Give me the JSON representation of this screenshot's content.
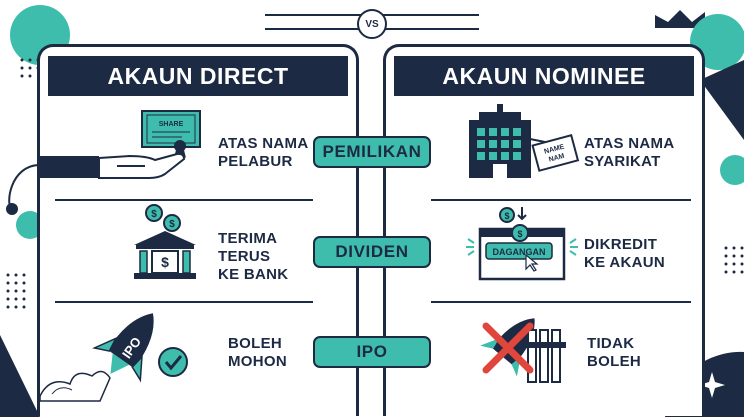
{
  "vs_label": "VS",
  "left": {
    "title": "AKAUN DIRECT"
  },
  "right": {
    "title": "AKAUN NOMINEE"
  },
  "rows": [
    {
      "category": "PEMILIKAN",
      "left_lines": [
        "ATAS NAMA",
        "PELABUR"
      ],
      "right_lines": [
        "ATAS NAMA",
        "SYARIKAT"
      ],
      "left_icon": "share-certificate-hand-icon",
      "right_icon": "company-building-name-tag-icon",
      "left_icon_text": "SHARE",
      "right_icon_text": [
        "NAME",
        "NAM"
      ]
    },
    {
      "category": "DIVIDEN",
      "left_lines": [
        "TERIMA",
        "TERUS",
        "KE BANK"
      ],
      "right_lines": [
        "DIKREDIT",
        "KE AKAUN"
      ],
      "left_icon": "bank-dollar-icon",
      "right_icon": "trading-account-screen-icon",
      "right_icon_text": "DAGANGAN"
    },
    {
      "category": "IPO",
      "left_lines": [
        "BOLEH",
        "MOHON"
      ],
      "right_lines": [
        "TIDAK",
        "BOLEH"
      ],
      "left_icon": "ipo-rocket-check-icon",
      "right_icon": "rocket-blocked-cross-icon",
      "left_icon_text": "IPO"
    }
  ],
  "colors": {
    "navy": "#1d2a44",
    "teal": "#3ebdac",
    "red": "#e0463c",
    "white": "#ffffff"
  }
}
